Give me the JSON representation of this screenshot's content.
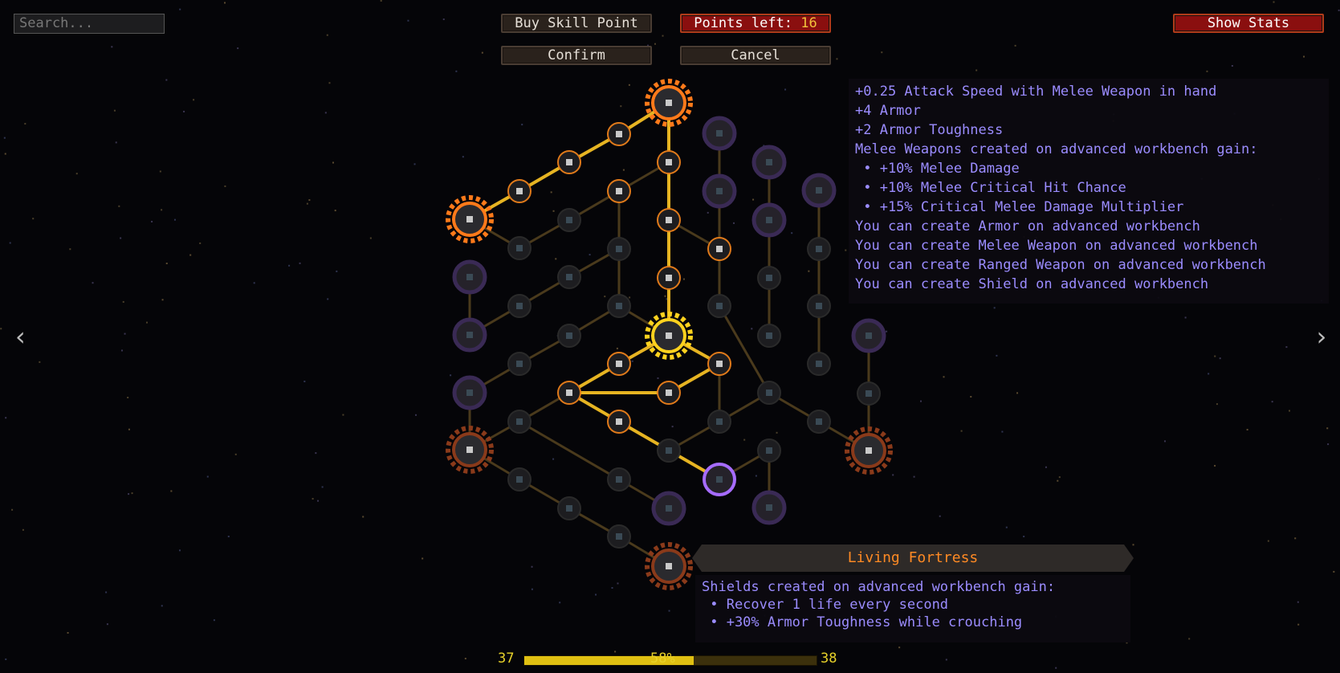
{
  "search": {
    "placeholder": "Search..."
  },
  "toolbar": {
    "buy_skill_point": "Buy Skill Point",
    "points_left_label": "Points left: ",
    "points_left_value": "16",
    "confirm": "Confirm",
    "cancel": "Cancel",
    "show_stats": "Show Stats"
  },
  "nav": {
    "prev": "‹",
    "next": "›"
  },
  "colors": {
    "accent_orange": "#ff8a24",
    "gold": "#e6b422",
    "tooltip_text": "#9b8cff",
    "button_red": "#8a0f0f"
  },
  "stats_tooltip": {
    "lines": [
      "+0.25 Attack Speed with Melee Weapon in hand",
      "+4 Armor",
      "+2 Armor Toughness",
      "Melee Weapons created on advanced workbench gain:",
      " • +10% Melee Damage",
      " • +10% Melee Critical Hit Chance",
      " • +15% Critical Melee Damage Multiplier",
      "You can create Armor on advanced workbench",
      "You can create Melee Weapon on advanced workbench",
      "You can create Ranged Weapon on advanced workbench",
      "You can create Shield on advanced workbench"
    ]
  },
  "skill_tooltip": {
    "title": "Living Fortress",
    "lines": [
      "Shields created on advanced workbench gain:",
      " • Recover 1 life every second",
      " • +30% Armor Toughness while crouching"
    ]
  },
  "xp": {
    "current_level": "37",
    "next_level": "38",
    "percent_label": "58%",
    "progress": 0.58
  },
  "skill_icons": {
    "melee": "sword-icon",
    "ranged": "bow-icon",
    "armor": "chestplate-icon",
    "shield": "shield-icon"
  }
}
